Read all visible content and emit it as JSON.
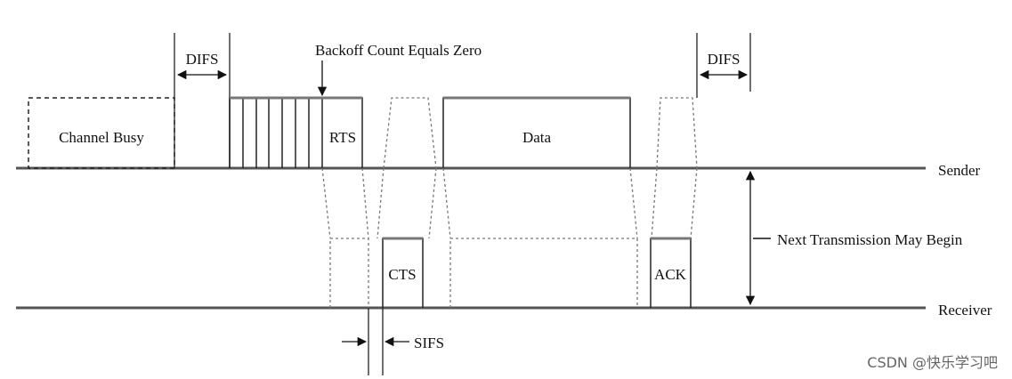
{
  "diagram": {
    "labels": {
      "backoff": "Backoff Count Equals Zero",
      "difs_left": "DIFS",
      "difs_right": "DIFS",
      "channel_busy": "Channel Busy",
      "rts": "RTS",
      "data": "Data",
      "cts": "CTS",
      "ack": "ACK",
      "sender": "Sender",
      "receiver": "Receiver",
      "next_transmission": "Next Transmission May Begin",
      "sifs": "SIFS"
    },
    "watermark": "CSDN @快乐学习吧"
  }
}
